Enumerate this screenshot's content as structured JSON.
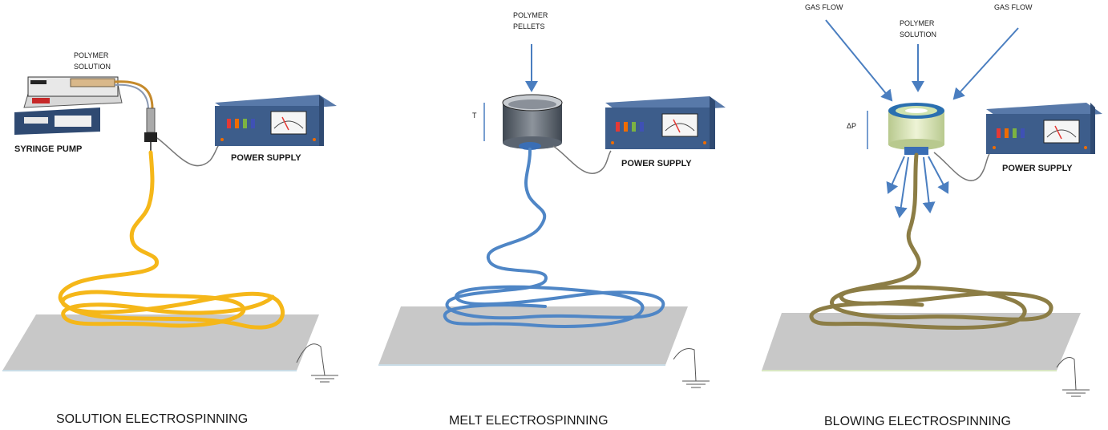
{
  "panels": {
    "solution": {
      "polymer_solution": [
        "POLYMER",
        "SOLUTION"
      ],
      "syringe_pump": "SYRINGE PUMP",
      "power_supply": "POWER SUPPLY",
      "caption": "SOLUTION ELECTROSPINNING",
      "fiber_color": "#f5b719"
    },
    "melt": {
      "polymer_pellets": [
        "POLYMER",
        "PELLETS"
      ],
      "temperature": "T",
      "power_supply": "POWER SUPPLY",
      "caption": "MELT ELECTROSPINNING",
      "fiber_color": "#4f86c6"
    },
    "blowing": {
      "gas_flow_left": "GAS FLOW",
      "gas_flow_right": "GAS FLOW",
      "polymer_solution": [
        "POLYMER",
        "SOLUTION"
      ],
      "pressure": "ΔP",
      "power_supply": "POWER SUPPLY",
      "caption": "BLOWING ELECTROSPINNING",
      "fiber_color": "#8c7d45"
    }
  },
  "colors": {
    "collector": "#c8c8c8",
    "arrow": "#4a7ec0",
    "power_supply": "#3d5d8b"
  }
}
